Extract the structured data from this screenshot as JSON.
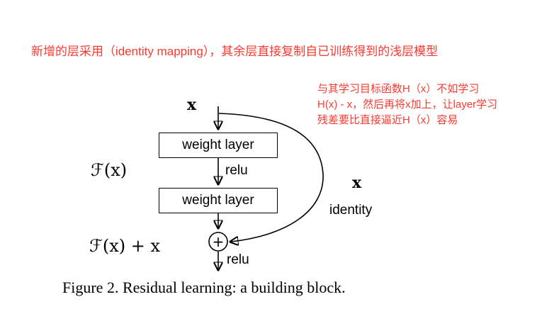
{
  "colors": {
    "annotation_red": "#f73b31",
    "ink": "#000000",
    "background": "#ffffff"
  },
  "annotations": {
    "top_note": "新增的层采用（identity mapping），其余层直接复制自已训练得到的浅层模型",
    "side_note_lines": [
      "与其学习目标函数H（x）不如学习",
      "H(x) - x，然后再将x加上，让layer学习",
      "残差要比直接逼近H（x）容易"
    ]
  },
  "diagram": {
    "input_label": "x",
    "weight_layer_1": "weight layer",
    "relu_mid": "relu",
    "f_label": "ℱ(x)",
    "weight_layer_2": "weight layer",
    "plus_symbol": "+",
    "output_label": "ℱ(x) + x",
    "relu_out": "relu",
    "identity_x_label": "x",
    "identity_label": "identity"
  },
  "caption": "Figure 2. Residual learning: a building block."
}
